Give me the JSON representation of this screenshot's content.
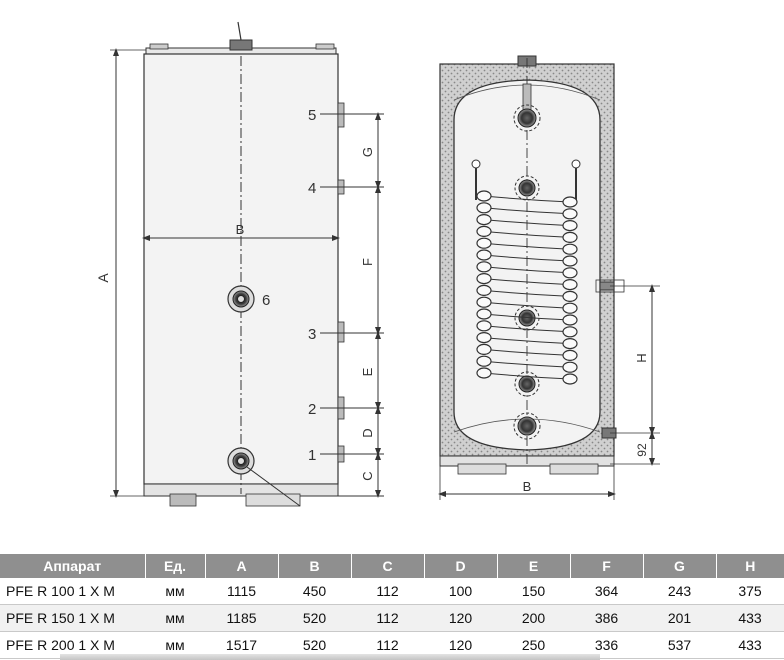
{
  "labels": {
    "A": "A",
    "B": "B",
    "C": "C",
    "D": "D",
    "E": "E",
    "F": "F",
    "G": "G",
    "H": "H",
    "dim_92": "92",
    "c1": "1",
    "c2": "2",
    "c3": "3",
    "c4": "4",
    "c5": "5",
    "c6": "6"
  },
  "table": {
    "headers": [
      "Аппарат",
      "Ед.",
      "A",
      "B",
      "C",
      "D",
      "E",
      "F",
      "G",
      "H"
    ],
    "rows": [
      [
        "PFE R 100 1 X M",
        "мм",
        "1115",
        "450",
        "112",
        "100",
        "150",
        "364",
        "243",
        "375"
      ],
      [
        "PFE R 150 1 X M",
        "мм",
        "1185",
        "520",
        "112",
        "120",
        "200",
        "386",
        "201",
        "433"
      ],
      [
        "PFE R 200 1 X M",
        "мм",
        "1517",
        "520",
        "112",
        "120",
        "250",
        "336",
        "537",
        "433"
      ]
    ]
  },
  "colors": {
    "line": "#333333",
    "tank_fill": "#f3f3f3",
    "insulation": "#bdbdbd",
    "header_bg": "#8f8f8f",
    "row_alt": "#f1f1f1"
  }
}
